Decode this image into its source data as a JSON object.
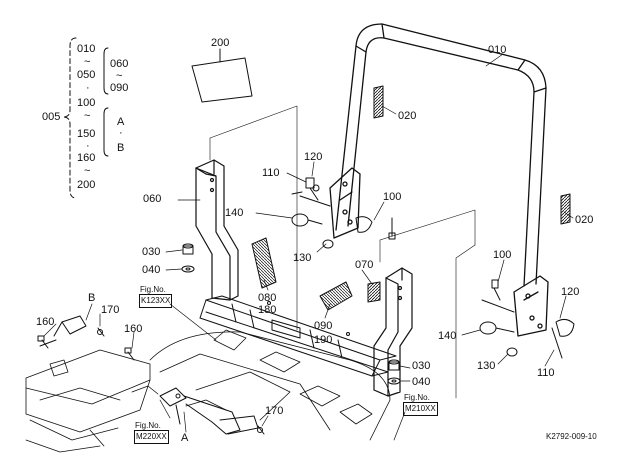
{
  "labels": {
    "p005": "005",
    "p010a": "010",
    "p050": "050",
    "p060a": "060",
    "p090a": "090",
    "p100a": "100",
    "p150": "150",
    "p160a": "160",
    "p200a": "200",
    "tildeA": "~",
    "tildeB": "~",
    "tildeC": "~",
    "tildeD": "~",
    "tildeE": "~",
    "dotA": "·",
    "dotB": "·",
    "dotC": "·",
    "letA": "A",
    "letB": "B",
    "p200": "200",
    "p010": "010",
    "p020a": "020",
    "p020b": "020",
    "p120a": "120",
    "p110a": "110",
    "p100b": "100",
    "p140a": "140",
    "p130a": "130",
    "p060": "060",
    "p030a": "030",
    "p040a": "040",
    "p080": "080",
    "p180": "180",
    "p070": "070",
    "p090": "090",
    "p190": "190",
    "p100c": "100",
    "p120b": "120",
    "p140b": "140",
    "p130b": "130",
    "p110b": "110",
    "p030b": "030",
    "p040b": "040",
    "p160b": "160",
    "p170a": "170",
    "p160c": "160",
    "p170b": "170",
    "markB": "B",
    "markA": "A",
    "fig1a": "Fig.No.",
    "fig1b": "K123XX",
    "fig2a": "Fig.No.",
    "fig2b": "M210XX",
    "fig3a": "Fig.No.",
    "fig3b": "M220XX",
    "code": "K2792-009-10"
  }
}
